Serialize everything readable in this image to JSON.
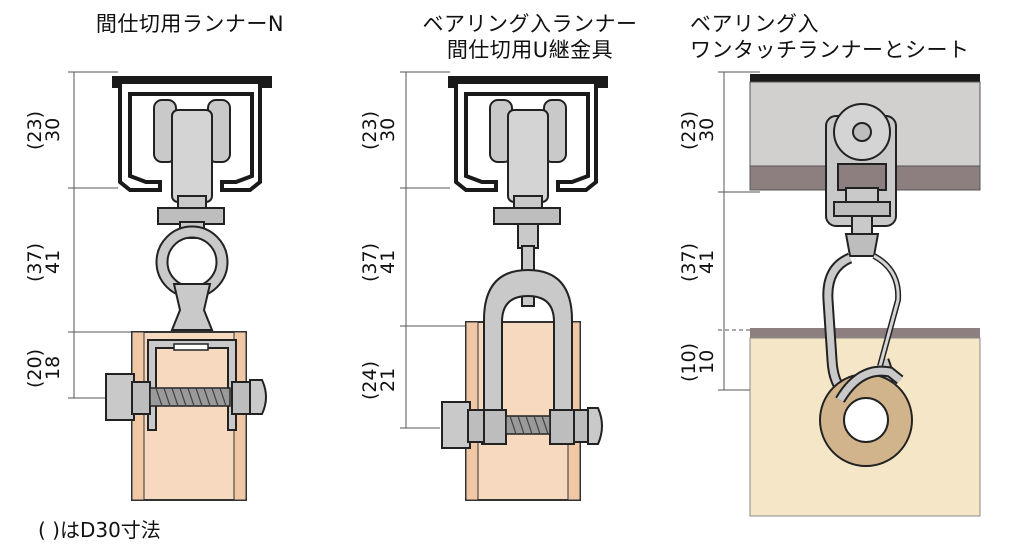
{
  "titles": {
    "left": "間仕切用ランナーN",
    "middle_line1": "ベアリング入ランナー",
    "middle_line2": "間仕切用U継金具",
    "right_line1": "ベアリング入",
    "right_line2": "ワンタッチランナーとシート"
  },
  "dimensions": {
    "left": [
      {
        "paren": "(23)",
        "value": "30"
      },
      {
        "paren": "(37)",
        "value": "41"
      },
      {
        "paren": "(20)",
        "value": "18"
      }
    ],
    "middle": [
      {
        "paren": "(23)",
        "value": "30"
      },
      {
        "paren": "(37)",
        "value": "41"
      },
      {
        "paren": "(24)",
        "value": "21"
      }
    ],
    "right": [
      {
        "paren": "(23)",
        "value": "30"
      },
      {
        "paren": "(37)",
        "value": "41"
      },
      {
        "paren": "(10)",
        "value": "10"
      }
    ]
  },
  "footnote": "(   )はD30寸法",
  "colors": {
    "rail": "#1a1a1a",
    "metal": "#c9c9c9",
    "metal_dark": "#9a9a9a",
    "wood": "#f7d9bf",
    "sheet": "#f6e6c8",
    "ceiling": "#d2d0cf",
    "ceiling_band": "#8d7f80"
  }
}
